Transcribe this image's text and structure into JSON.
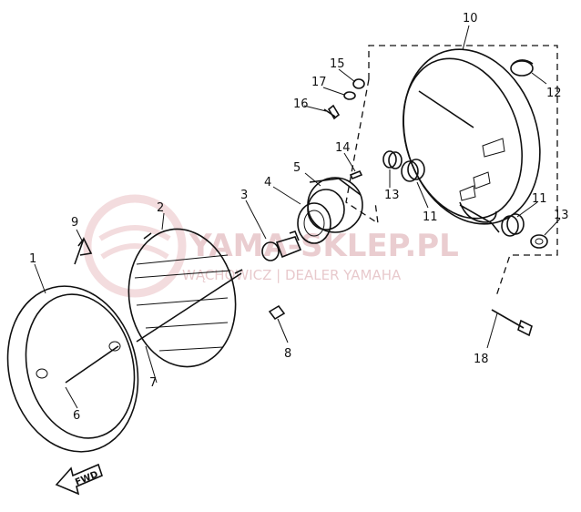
{
  "watermark": {
    "brand": "YAMA-SKLEP.PL",
    "dealer": "WĄCHOWICZ | DEALER YAMAHA"
  },
  "direction_label": "FWD",
  "parts": [
    {
      "id": "part-1",
      "label": "1"
    },
    {
      "id": "part-2",
      "label": "2"
    },
    {
      "id": "part-3",
      "label": "3"
    },
    {
      "id": "part-4",
      "label": "4"
    },
    {
      "id": "part-5",
      "label": "5"
    },
    {
      "id": "part-6",
      "label": "6"
    },
    {
      "id": "part-7",
      "label": "7"
    },
    {
      "id": "part-8",
      "label": "8"
    },
    {
      "id": "part-9",
      "label": "9"
    },
    {
      "id": "part-10",
      "label": "10"
    },
    {
      "id": "part-11a",
      "label": "11"
    },
    {
      "id": "part-11b",
      "label": "11"
    },
    {
      "id": "part-12",
      "label": "12"
    },
    {
      "id": "part-13a",
      "label": "13"
    },
    {
      "id": "part-13b",
      "label": "13"
    },
    {
      "id": "part-14",
      "label": "14"
    },
    {
      "id": "part-15",
      "label": "15"
    },
    {
      "id": "part-16",
      "label": "16"
    },
    {
      "id": "part-17",
      "label": "17"
    },
    {
      "id": "part-18",
      "label": "18"
    }
  ]
}
